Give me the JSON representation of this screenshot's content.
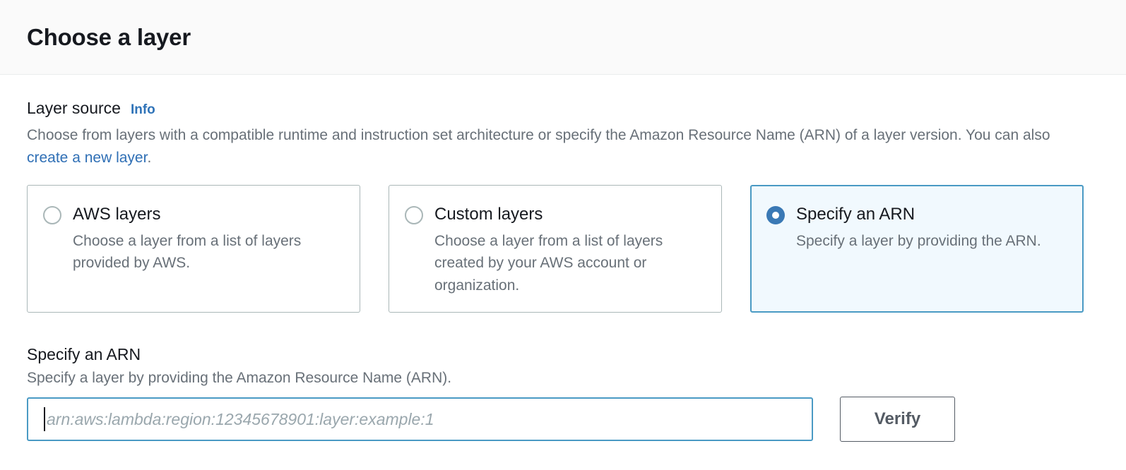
{
  "header": {
    "title": "Choose a layer"
  },
  "layer_source": {
    "label": "Layer source",
    "info_link": "Info",
    "description_part1": "Choose from layers with a compatible runtime and instruction set architecture or specify the Amazon Resource Name (ARN) of a layer version. You can also ",
    "description_link": "create a new layer",
    "description_part2": ".",
    "options": [
      {
        "title": "AWS layers",
        "description": "Choose a layer from a list of layers provided by AWS.",
        "selected": false
      },
      {
        "title": "Custom layers",
        "description": "Choose a layer from a list of layers created by your AWS account or organization.",
        "selected": false
      },
      {
        "title": "Specify an ARN",
        "description": "Specify a layer by providing the ARN.",
        "selected": true
      }
    ]
  },
  "arn_section": {
    "heading": "Specify an ARN",
    "description": "Specify a layer by providing the Amazon Resource Name (ARN).",
    "input_value": "",
    "input_placeholder": "arn:aws:lambda:region:12345678901:layer:example:1",
    "verify_label": "Verify"
  },
  "colors": {
    "accent_blue": "#2f73b8",
    "selected_border": "#4a9ac4",
    "selected_fill": "#f1f9fe",
    "radio_fill": "#3a79b5",
    "muted_text": "#687078",
    "button_border": "#545b64"
  }
}
